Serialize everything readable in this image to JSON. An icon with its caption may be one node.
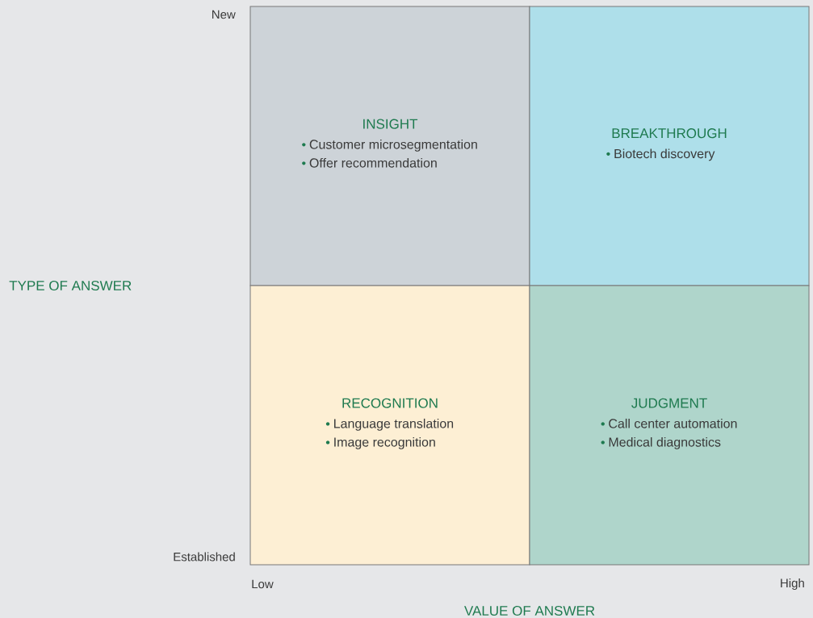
{
  "diagram": {
    "nodes": [
      {
        "text": [
          "INSIGHT",
          "Customer microsegmentation",
          "Offer recommendation"
        ]
      },
      {
        "text": [
          "BREAKTHROUGH",
          "Biotech discovery"
        ]
      },
      {
        "text": [
          "RECOGNITION",
          "Language translation",
          "Image recognition"
        ]
      },
      {
        "text": [
          "JUDGMENT",
          "Call center automation",
          "Medical diagnostics"
        ]
      }
    ],
    "labels": [
      "New",
      "TYPE OF ANSWER",
      "Established",
      "Low",
      "High",
      "VALUE OF ANSWER"
    ]
  }
}
